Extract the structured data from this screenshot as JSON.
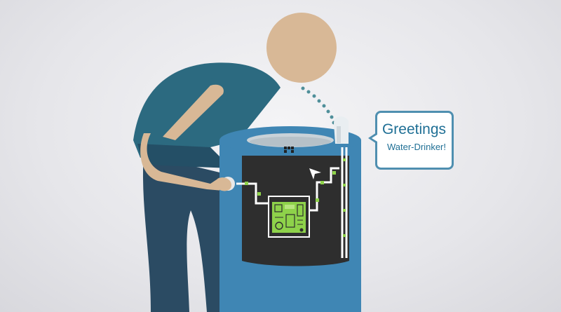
{
  "speech_bubble": {
    "line1": "Greetings",
    "line2": "Water-Drinker!"
  },
  "colors": {
    "background": "#e6e6ea",
    "skin": "#d8b896",
    "shirt": "#2c6a80",
    "pants": "#2b4b63",
    "fountain_body": "#3f86b4",
    "fountain_panel": "#2e2e2e",
    "circuit_green": "#8ed24a",
    "bubble_text": "#1f6f95",
    "water_drops": "#4f8f9a"
  },
  "icons": {
    "person": "person-figure",
    "fountain": "water-fountain",
    "circuit": "circuit-board-icon"
  }
}
